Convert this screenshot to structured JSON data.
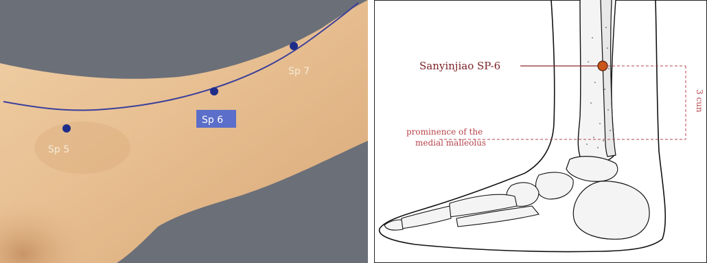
{
  "photo": {
    "points": [
      {
        "label": "Sp 5",
        "highlighted": false
      },
      {
        "label": "Sp 6",
        "highlighted": true
      },
      {
        "label": "Sp 7",
        "highlighted": false
      }
    ],
    "colors": {
      "background": "#6b6f78",
      "skin": "#e9c49a",
      "meridian": "#3a3f9a",
      "point": "#1f2d8a",
      "highlight": "#5b6ec9"
    }
  },
  "diagram": {
    "point_label": "Sanyinjiao SP-6",
    "landmark_line1": "prominence of the",
    "landmark_line2": "medial malleolus",
    "measure_label": "3 cun",
    "colors": {
      "annotation": "#b5434a",
      "point_fill": "#c8561a",
      "ink": "#111111"
    }
  }
}
